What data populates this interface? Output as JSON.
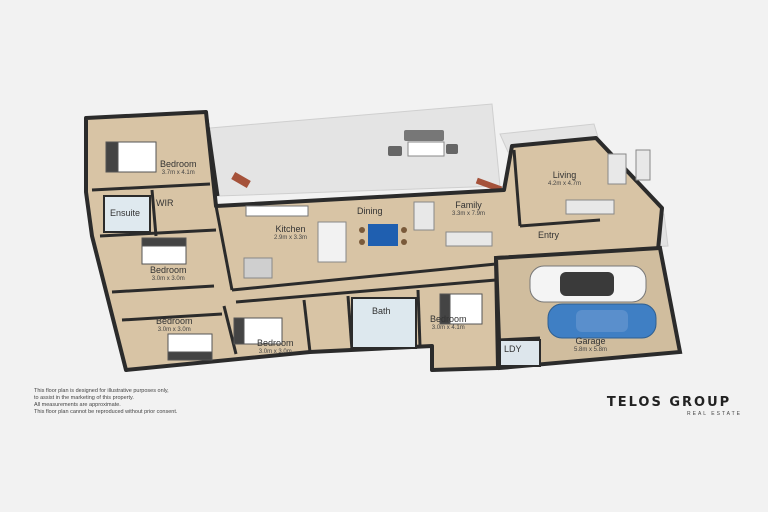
{
  "rooms": {
    "bedroom_top": {
      "name": "Bedroom",
      "dims": "3.7m x 4.1m"
    },
    "ensuite": {
      "name": "Ensuite"
    },
    "wir": {
      "name": "WIR"
    },
    "bedroom_mid": {
      "name": "Bedroom",
      "dims": "3.0m x 3.0m"
    },
    "bedroom_lower_left": {
      "name": "Bedroom",
      "dims": "3.0m x 3.0m"
    },
    "bedroom_lower_mid": {
      "name": "Bedroom",
      "dims": "3.0m x 3.0m"
    },
    "kitchen": {
      "name": "Kitchen",
      "dims": "2.9m x 3.3m"
    },
    "dining": {
      "name": "Dining"
    },
    "family": {
      "name": "Family",
      "dims": "3.3m x 7.9m"
    },
    "living": {
      "name": "Living",
      "dims": "4.2m x 4.7m"
    },
    "entry": {
      "name": "Entry"
    },
    "bath": {
      "name": "Bath"
    },
    "bedroom_right": {
      "name": "Bedroom",
      "dims": "3.0m x 4.1m"
    },
    "garage": {
      "name": "Garage",
      "dims": "5.8m x 5.8m"
    },
    "laundry": {
      "name": "LDY"
    }
  },
  "disclaimer": [
    "This floor plan is designed for illustrative purposes only,",
    "to assist in the marketing of this property.",
    "All measurements are approximate.",
    "This floor plan cannot be reproduced without prior consent."
  ],
  "brand": {
    "name": "TELOS GROUP",
    "subtitle": "REAL ESTATE"
  },
  "colors": {
    "floor": "#d9c5a7",
    "wall": "#2b2b2b",
    "wet_area": "#d8e6ef",
    "patio": "#e6e6e6",
    "garage_floor": "#d2bfa1",
    "car_blue": "#3f7fc4",
    "car_white": "#f4f4f4"
  }
}
